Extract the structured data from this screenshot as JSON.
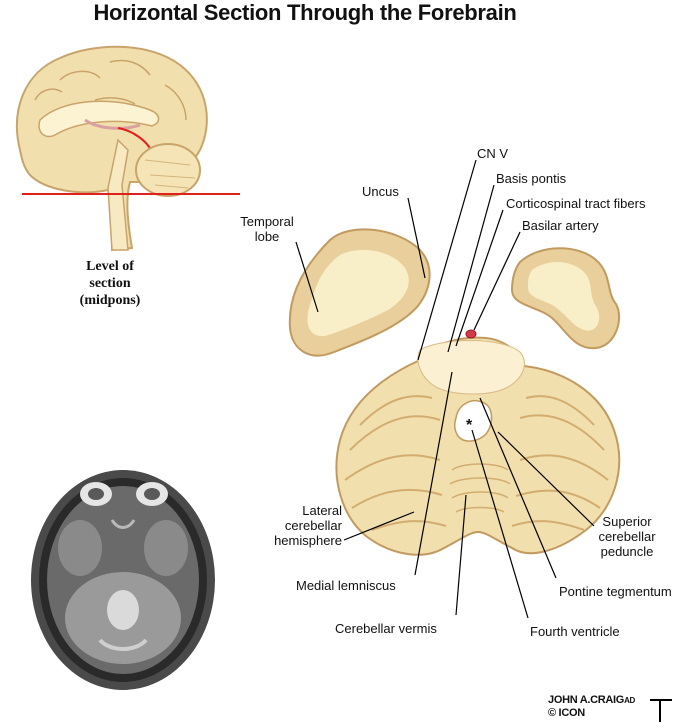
{
  "title": "Horizontal Section Through the Forebrain",
  "inset": {
    "level_line1": "Level of",
    "level_line2": "section",
    "level_line3": "(midpons)"
  },
  "labels": {
    "cn_v": "CN V",
    "basis_pontis": "Basis pontis",
    "uncus": "Uncus",
    "corticospinal": "Corticospinal tract fibers",
    "basilar_artery": "Basilar artery",
    "temporal_lobe_1": "Temporal",
    "temporal_lobe_2": "lobe",
    "lateral_cerebellar_1": "Lateral",
    "lateral_cerebellar_2": "cerebellar",
    "lateral_cerebellar_3": "hemisphere",
    "medial_lemniscus": "Medial lemniscus",
    "cerebellar_vermis": "Cerebellar vermis",
    "fourth_ventricle": "Fourth ventricle",
    "pontine_tegmentum": "Pontine tegmentum",
    "superior_cerebellar_1": "Superior",
    "superior_cerebellar_2": "cerebellar",
    "superior_cerebellar_3": "peduncle",
    "asterisk": "*"
  },
  "signature": {
    "line1": "JOHN A.CRAIG",
    "line2": "© ICON",
    "suffix": "AD"
  },
  "colors": {
    "tissue": "#f2dfae",
    "tissue_dark": "#d9b679",
    "white_matter": "#fbf3d2",
    "section_line": "#e0201c",
    "artery": "#d23a45"
  }
}
